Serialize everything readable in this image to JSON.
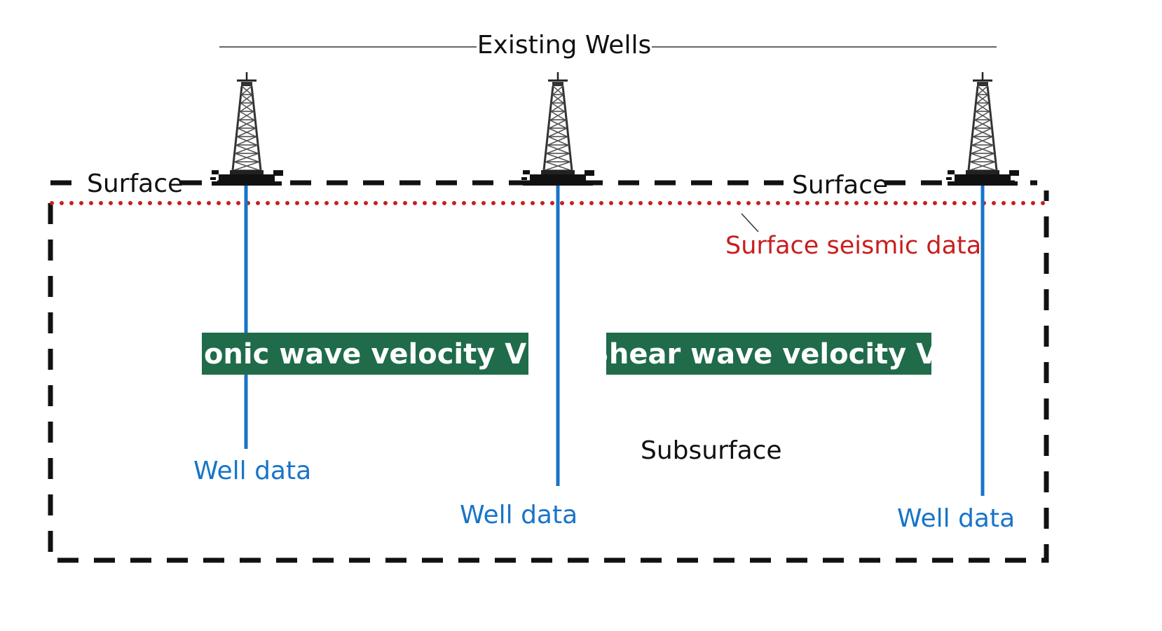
{
  "title": "Existing Wells",
  "labels": {
    "surface_left": "Surface",
    "surface_right": "Surface",
    "surface_seismic": "Surface seismic data",
    "subsurface": "Subsurface",
    "well_data_1": "Well data",
    "well_data_2": "Well data",
    "well_data_3": "Well data"
  },
  "boxes": {
    "vp": "Sonic wave velocity Vp",
    "vs": "Shear wave velocity Vs"
  },
  "icons": {
    "rig": "oil-derrick-icon"
  },
  "colors": {
    "well_line": "#1874c8",
    "seismic": "#c81e1e",
    "box_fill": "#1f6b4a",
    "outline": "#111111"
  }
}
